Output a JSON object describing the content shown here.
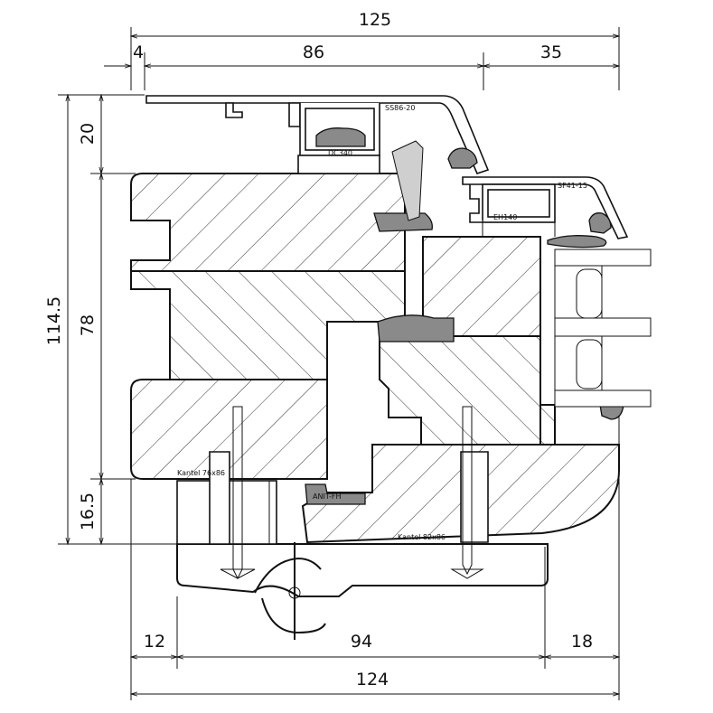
{
  "dimensions": {
    "top_overall": "125",
    "top_left": "4",
    "top_middle": "86",
    "top_right": "35",
    "left_overall": "114.5",
    "left_top": "20",
    "left_middle": "78",
    "left_bottom": "16.5",
    "bottom_left": "12",
    "bottom_middle": "94",
    "bottom_right": "18",
    "bottom_overall": "124"
  },
  "labels": {
    "ss_profile": "SS86-20",
    "dc_profile": "DC340",
    "sf_profile": "SF41-15",
    "eh_profile": "EH140",
    "kantel_frame": "Kantel 76x86",
    "kantel_sash": "Kantel 82x86",
    "small_seal": "ANIT-FH"
  },
  "colors": {
    "line": "#111111",
    "seal_gray": "#8a8a8a",
    "background": "#ffffff"
  }
}
